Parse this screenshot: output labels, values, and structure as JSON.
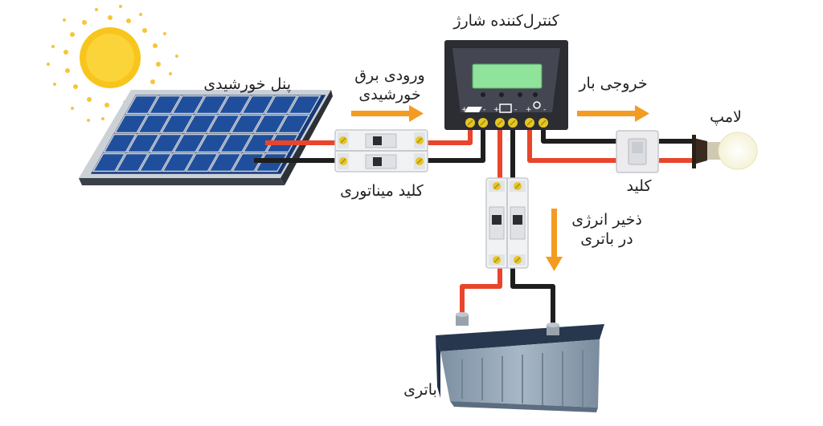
{
  "labels": {
    "solar_panel": "پنل خورشیدی",
    "solar_input_line1": "ورودی برق",
    "solar_input_line2": "خورشیدی",
    "charge_controller": "کنترل‌کننده شارژ",
    "load_output": "خروجی بار",
    "lamp": "لامپ",
    "switch": "کلید",
    "mini_breaker": "کلید میناتوری",
    "battery_storage_line1": "ذخیر انرژی",
    "battery_storage_line2": "در باتری",
    "battery": "باتری"
  },
  "colors": {
    "wire_positive": "#e8452c",
    "wire_negative": "#1e1e1e",
    "arrow": "#f39c21",
    "controller_body": "#3b3d45",
    "controller_screen": "#8fe39a",
    "terminal": "#e6c623",
    "panel_cell": "#1f4f9c",
    "battery_body": "#8fa2b3",
    "sun": "#f8c51c"
  },
  "icons": [
    "sun-icon",
    "solar-panel-icon",
    "battery-icon",
    "lamp-icon"
  ]
}
